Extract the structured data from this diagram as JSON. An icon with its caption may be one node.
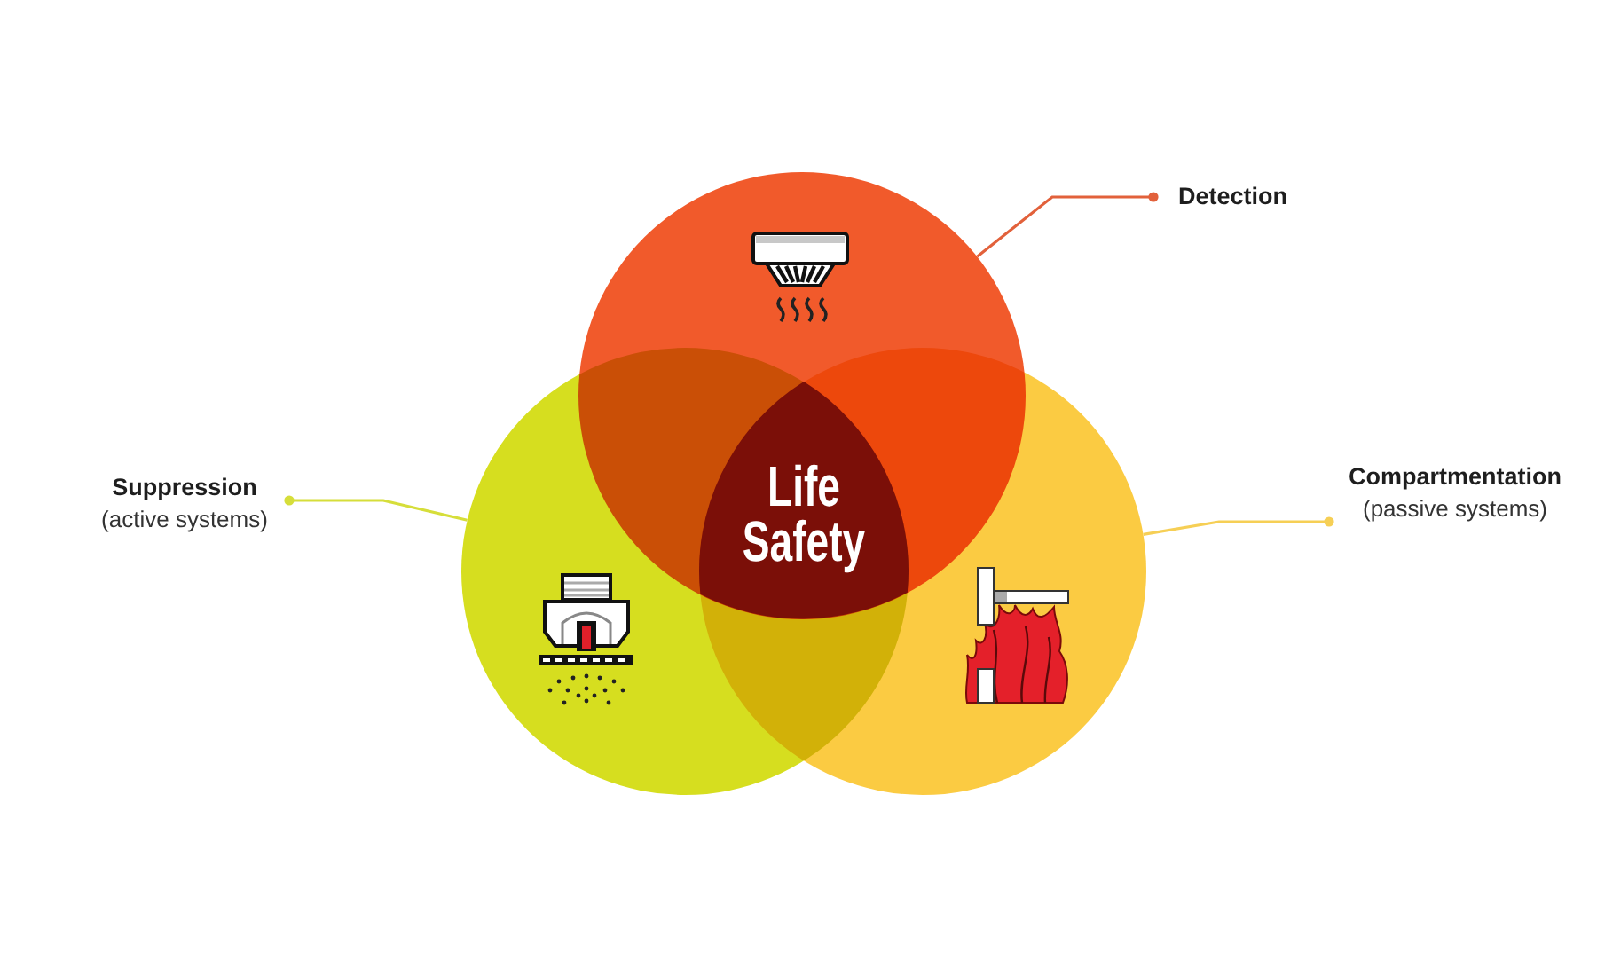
{
  "diagram": {
    "nodes": [
      {
        "text": [
          "Detection"
        ]
      },
      {
        "text": [],
        "shape": "circle"
      },
      {
        "text": [
          "Suppression",
          "(active systems)"
        ]
      },
      {
        "text": [],
        "shape": "circle"
      },
      {
        "text": [
          "Compartmentation",
          "(passive systems)"
        ]
      },
      {
        "text": [],
        "shape": "circle"
      },
      {
        "text": [
          "Life Safety"
        ]
      }
    ],
    "edges": [
      {
        "from": 0,
        "to": 1,
        "arrow": "other",
        "color": "#e2613b"
      },
      {
        "from": 2,
        "to": 3,
        "arrow": "other",
        "color": "#d6de3a"
      },
      {
        "from": 4,
        "to": 5,
        "arrow": "other",
        "color": "#f6cf55"
      }
    ]
  }
}
